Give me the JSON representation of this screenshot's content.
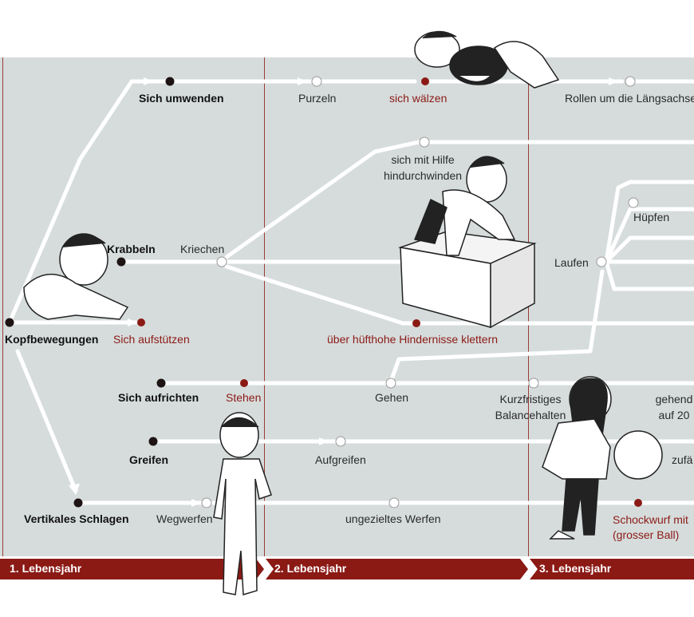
{
  "colors": {
    "panel": "#d6dcdc",
    "path": "#ffffff",
    "dark_node": "#1e1414",
    "red_node": "#8b1a15",
    "red_text": "#8b1a15",
    "timeline_bar": "#8b1a15"
  },
  "years": [
    "1. Lebensjahr",
    "2. Lebensjahr",
    "3. Lebensjahr"
  ],
  "labels": {
    "sich_umwenden": "Sich umwenden",
    "purzeln": "Purzeln",
    "sich_waelzen": "sich wälzen",
    "rollen": "Rollen um die Längsachse",
    "hindurchwinden": "sich mit Hilfe\nhindurchwinden",
    "huepfen": "Hüpfen",
    "krabbeln": "Krabbeln",
    "kriechen": "Kriechen",
    "laufen": "Laufen",
    "kopfbewegungen": "Kopfbewegungen",
    "sich_aufstuetzen": "Sich aufstützen",
    "klettern": "über hüfthohe Hindernisse klettern",
    "sich_aufrichten": "Sich aufrichten",
    "stehen": "Stehen",
    "gehen": "Gehen",
    "balancehalten": "Kurzfristiges\nBalancehalten",
    "gehend_auf": "gehend\nauf 20",
    "greifen": "Greifen",
    "aufgreifen": "Aufgreifen",
    "zufae": "zufä",
    "vertikales_schlagen": "Vertikales Schlagen",
    "wegwerfen": "Wegwerfen",
    "ungezieltes_werfen": "ungezieltes Werfen",
    "schockwurf": "Schockwurf mit\n(grosser Ball)"
  },
  "illustrations": [
    "baby-lying-on-back",
    "baby-crawling",
    "baby-on-box",
    "toddler-standing",
    "child-with-ball"
  ]
}
